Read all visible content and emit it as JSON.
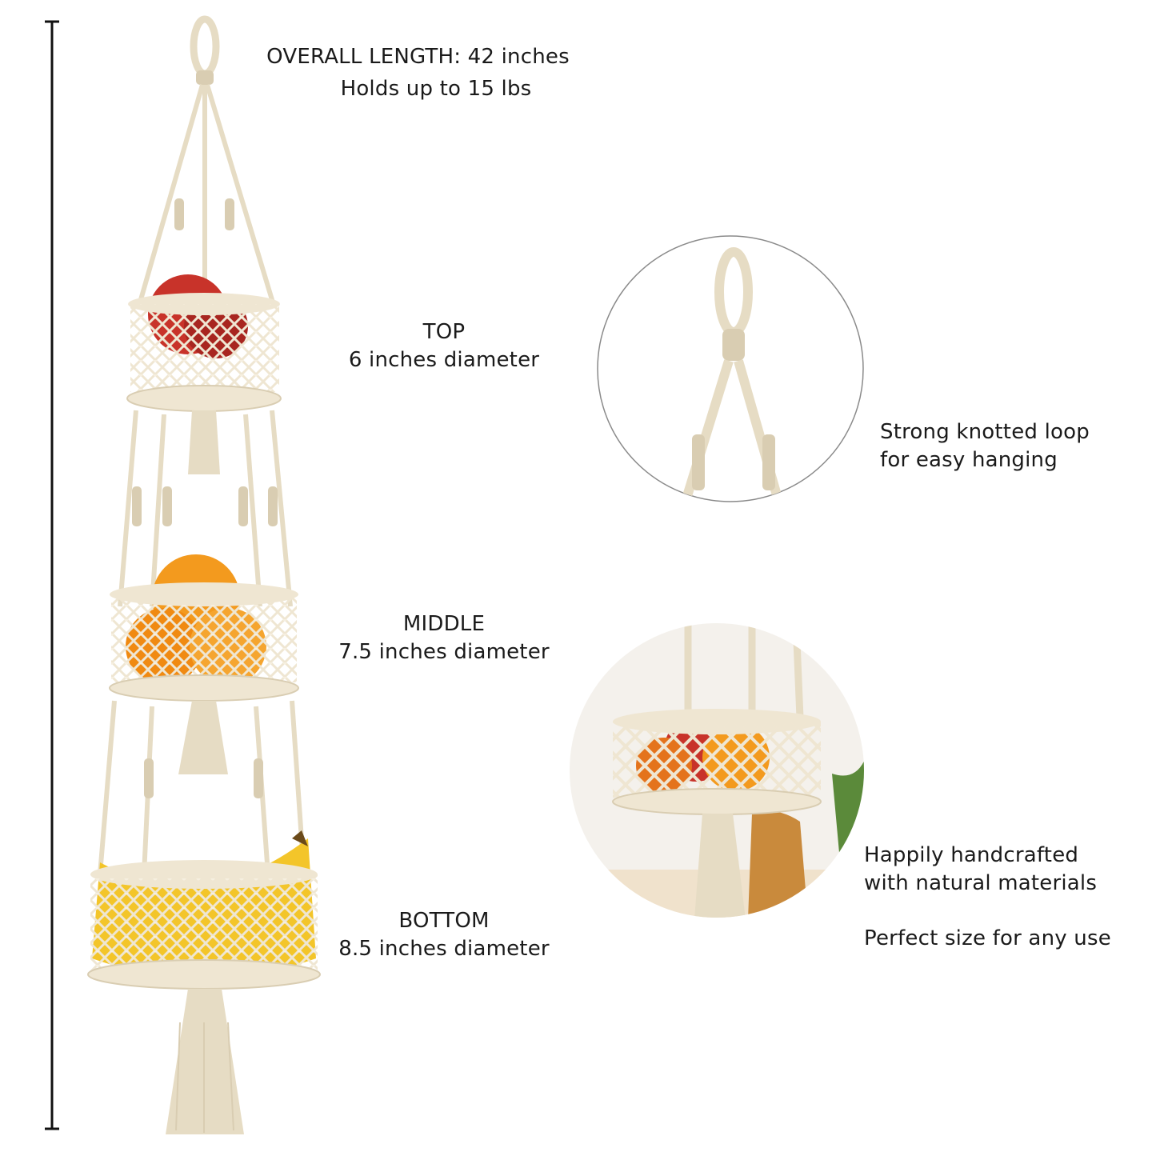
{
  "header": {
    "overall_length": "OVERALL LENGTH: 42 inches",
    "capacity": "Holds up to 15 lbs"
  },
  "tiers": [
    {
      "name": "TOP",
      "size": "6 inches diameter"
    },
    {
      "name": "MIDDLE",
      "size": "7.5 inches diameter"
    },
    {
      "name": "BOTTOM",
      "size": "8.5 inches diameter"
    }
  ],
  "features": {
    "loop": [
      "Strong knotted loop",
      "for easy hanging"
    ],
    "handmade": [
      "Happily handcrafted",
      "with natural materials"
    ],
    "size": "Perfect size for any use"
  },
  "colors": {
    "rope": "#efe6d2",
    "rope_shade": "#d9cdb2",
    "apple": "#c8332a",
    "orange": "#f39a1e",
    "banana": "#f3c52a",
    "ruler": "#111111"
  }
}
